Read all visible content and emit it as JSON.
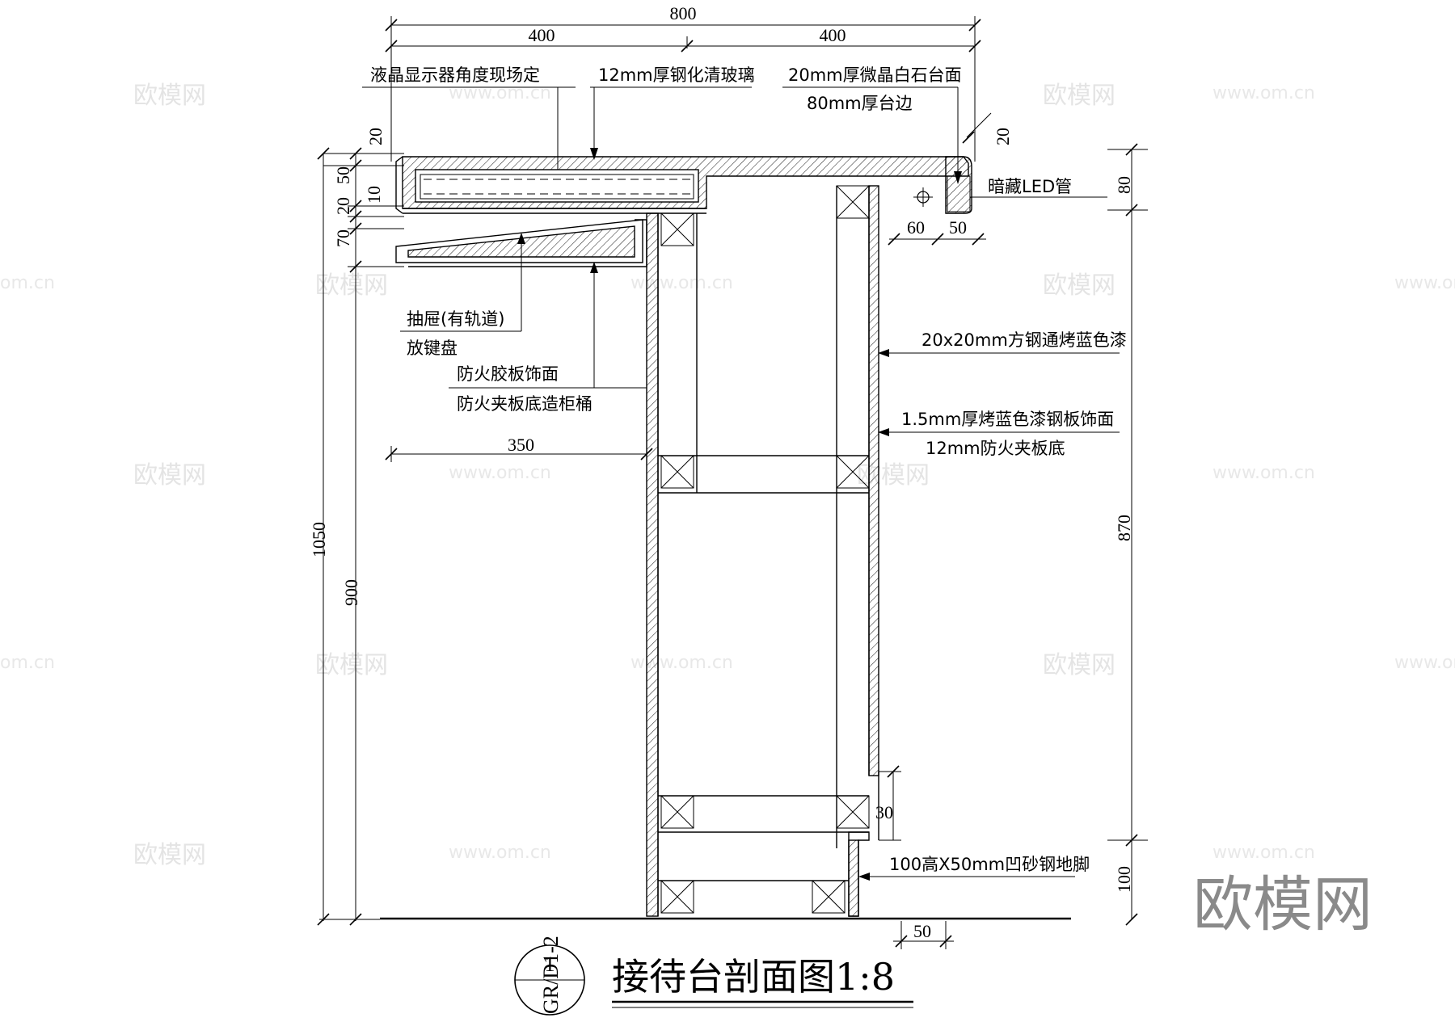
{
  "watermarks": {
    "brand": "欧模网",
    "url": "www.om.cn",
    "url_short": "om.cn"
  },
  "brand_large": "欧模网",
  "dimensions": {
    "total_width": "800",
    "half_left": "400",
    "half_right": "400",
    "d20_top_left": "20",
    "d50": "50",
    "d20_left": "20",
    "d10": "10",
    "d70": "70",
    "d20_right": "20",
    "d80": "80",
    "d60": "60",
    "d50_led": "50",
    "d350": "350",
    "total_height": "1050",
    "d900": "900",
    "d870": "870",
    "d30": "30",
    "d100": "100",
    "d50_bottom": "50"
  },
  "notes": {
    "lcd": "液晶显示器角度现场定",
    "glass": "12mm厚钢化清玻璃",
    "stone_1": "20mm厚微晶白石台面",
    "stone_2": "80mm厚台边",
    "led": "暗藏LED管",
    "drawer_1": "抽屉(有轨道)",
    "drawer_2": "放键盘",
    "fire_1": "防火胶板饰面",
    "fire_2": "防火夹板底造柜桶",
    "steel_tube": "20x20mm方钢通烤蓝色漆",
    "steel_plate_1": "1.5mm厚烤蓝色漆钢板饰面",
    "steel_plate_2": "12mm防火夹板底",
    "base": "100高X50mm凹砂钢地脚"
  },
  "title_block": {
    "number": "1",
    "sheet": "GR/D1-2",
    "title": "接待台剖面图1:8"
  }
}
